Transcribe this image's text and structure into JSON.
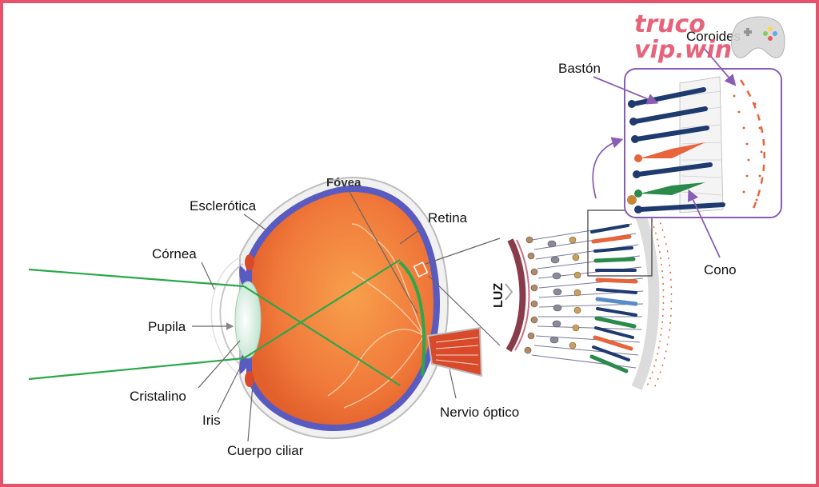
{
  "labels": {
    "esclerotica": "Esclerótica",
    "cornea": "Córnea",
    "pupila": "Pupila",
    "cristalino": "Cristalino",
    "iris": "Iris",
    "cuerpo_ciliar": "Cuerpo ciliar",
    "fovea": "Fóvea",
    "retina": "Retina",
    "nervio_optico": "Nervio óptico",
    "luz": "LUZ",
    "baston": "Bastón",
    "coroides": "Coroides",
    "cono": "Cono"
  },
  "watermark": {
    "line1": "truco",
    "line2": "vip.win"
  },
  "colors": {
    "frame": "#e4536b",
    "eyeball": "#f07a3a",
    "choroid": "#5a5bc0",
    "light_ray": "#2aa84a",
    "callout": "#8a5db5",
    "rod": "#1e3a6e",
    "cone": "#e8643a",
    "cone_green": "#2a8a4a"
  }
}
